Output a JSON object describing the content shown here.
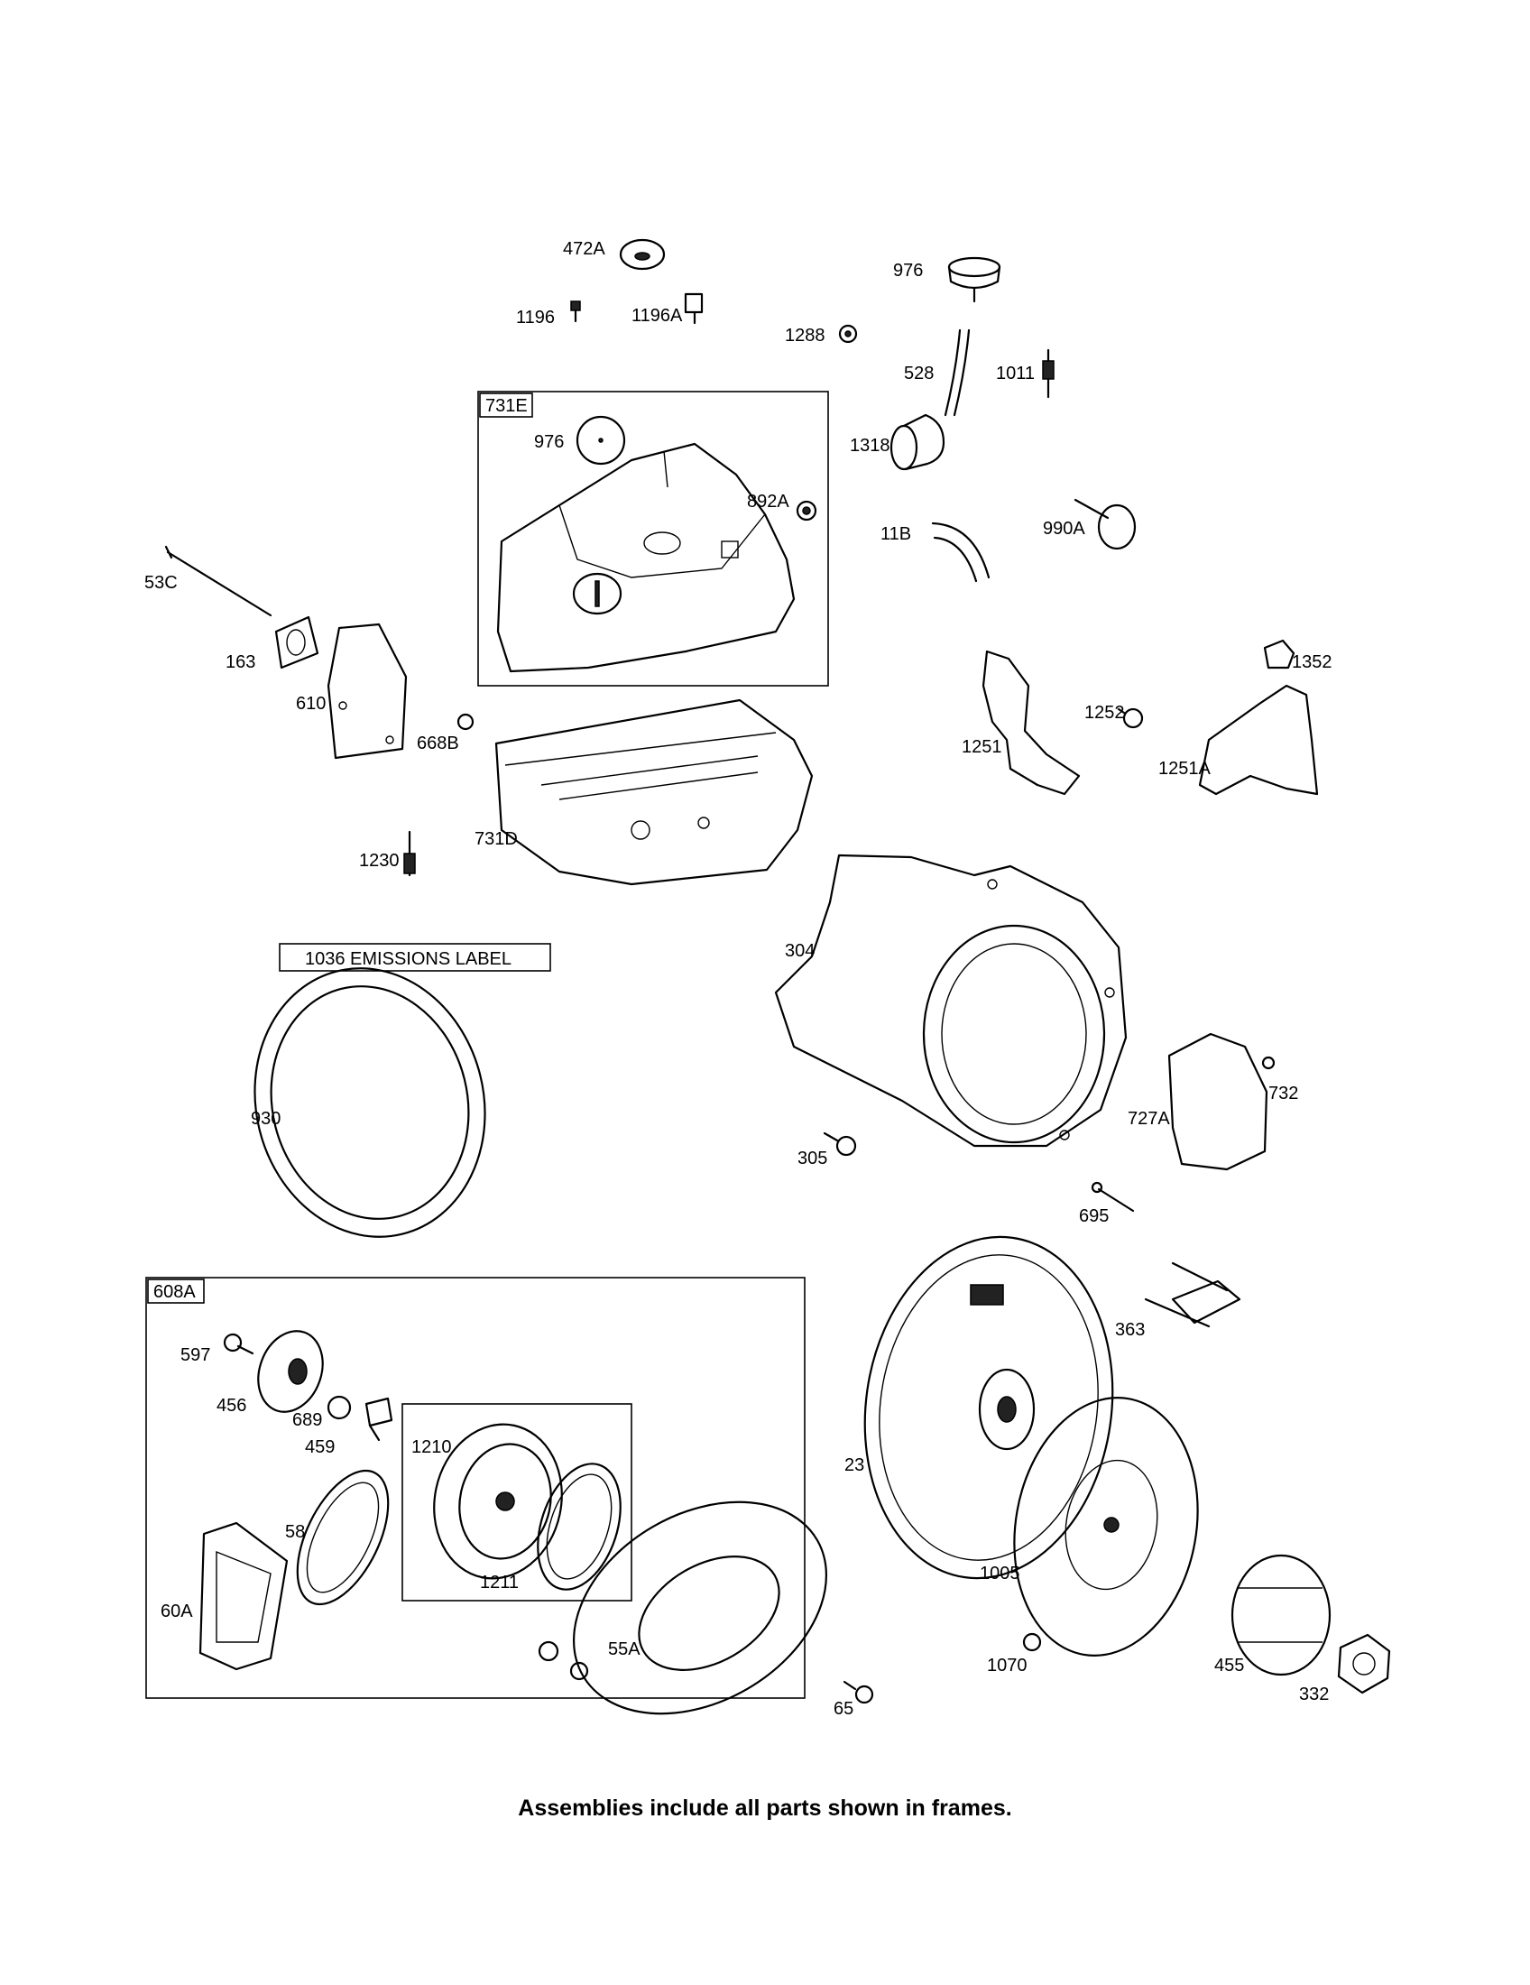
{
  "labels": {
    "p472A": "472A",
    "p1196": "1196",
    "p1196A": "1196A",
    "p976a": "976",
    "p1288": "1288",
    "p528": "528",
    "p1011": "1011",
    "p1318": "1318",
    "p731E": "731E",
    "p976b": "976",
    "p892A": "892A",
    "p11B": "11B",
    "p990A": "990A",
    "p53C": "53C",
    "p163": "163",
    "p610": "610",
    "p668B": "668B",
    "p731D": "731D",
    "p1230": "1230",
    "p1251": "1251",
    "p1252": "1252",
    "p1352": "1352",
    "p1251A": "1251A",
    "p304": "304",
    "p930": "930",
    "p305": "305",
    "p727A": "727A",
    "p732": "732",
    "p695": "695",
    "p608A": "608A",
    "p597": "597",
    "p456": "456",
    "p689": "689",
    "p459": "459",
    "p1210": "1210",
    "p58": "58",
    "p60A": "60A",
    "p1211": "1211",
    "p55A": "55A",
    "p363": "363",
    "p23": "23",
    "p1005": "1005",
    "p1070": "1070",
    "p455": "455",
    "p332": "332",
    "p65": "65"
  },
  "emissions_label": "1036 EMISSIONS LABEL",
  "footer_note": "Assemblies include all parts shown in frames."
}
